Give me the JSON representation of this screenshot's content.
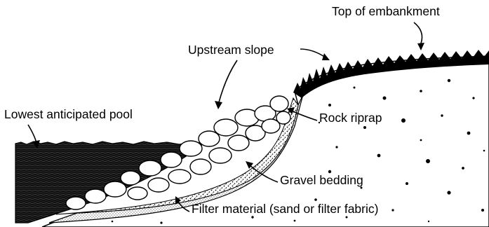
{
  "labels": {
    "top_of_embankment": "Top of embankment",
    "upstream_slope": "Upstream slope",
    "lowest_pool": "Lowest anticipated pool",
    "rock_riprap": "Rock riprap",
    "gravel_bedding": "Gravel bedding",
    "filter_material": "Filter material (sand or filter fabric)"
  },
  "colors": {
    "ink": "#000000",
    "paper": "#ffffff"
  }
}
